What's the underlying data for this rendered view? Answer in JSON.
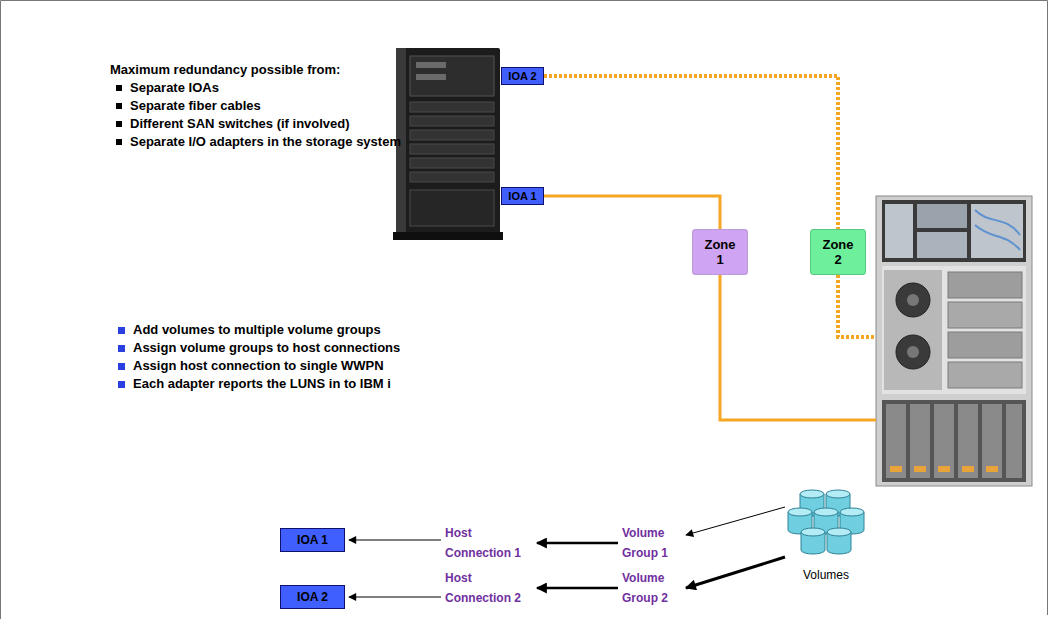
{
  "diagram": {
    "nodes": [
      {
        "text": [
          "IOA 2"
        ]
      },
      {
        "text": [
          "IOA 1"
        ]
      },
      {
        "text": [
          "Zone 1"
        ]
      },
      {
        "text": [
          "Zone 2"
        ]
      },
      {
        "text": [
          "IOA 1"
        ]
      },
      {
        "text": [
          "Host Connection 1"
        ]
      },
      {
        "text": [
          "Volume Group 1"
        ]
      },
      {
        "text": [
          "Volumes"
        ]
      },
      {
        "text": [
          "IOA 2"
        ]
      },
      {
        "text": [
          "Host Connection 2"
        ]
      },
      {
        "text": [
          "Volume Group 2"
        ]
      }
    ],
    "edges": [
      {
        "from": 1,
        "to": 2,
        "arrow": "none"
      },
      {
        "from": 0,
        "to": 3,
        "arrow": "none"
      },
      {
        "from": 5,
        "to": 4,
        "arrow": "to"
      },
      {
        "from": 6,
        "to": 5,
        "arrow": "to"
      },
      {
        "from": 7,
        "to": 6,
        "arrow": "to"
      },
      {
        "from": 9,
        "to": 8,
        "arrow": "to"
      },
      {
        "from": 10,
        "to": 9,
        "arrow": "to"
      },
      {
        "from": 7,
        "to": 10,
        "arrow": "to"
      }
    ],
    "labels": [
      "Maximum redundancy possible from:",
      "Separate IOAs",
      "Separate fiber cables",
      "Different SAN switches (if involved)",
      "Separate I/O adapters in the storage system",
      "Add volumes to multiple volume groups",
      "Assign volume groups to host connections",
      "Assign host connection to single WWPN",
      "Each adapter reports the LUNS in to IBM i"
    ]
  }
}
